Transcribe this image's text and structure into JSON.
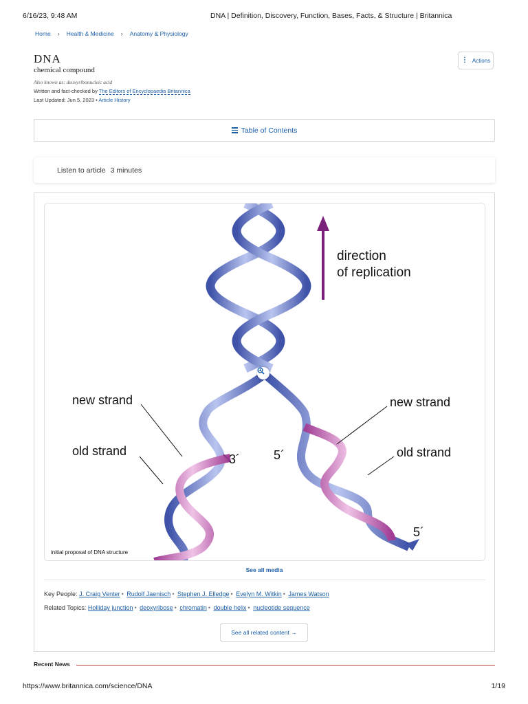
{
  "print_header": {
    "date": "6/16/23, 9:48 AM",
    "title": "DNA | Definition, Discovery, Function, Bases, Facts, & Structure | Britannica"
  },
  "print_footer": {
    "url": "https://www.britannica.com/science/DNA",
    "page": "1/19"
  },
  "breadcrumb": [
    "Home",
    "Health & Medicine",
    "Anatomy & Physiology"
  ],
  "article": {
    "title": "DNA",
    "subtitle": "chemical compound",
    "also_known_as": "Also known as: deoxyribonucleic acid",
    "written_by_prefix": "Written and fact-checked by",
    "written_by": "The Editors of Encyclopaedia Britannica",
    "last_updated": "Last Updated: Jun 5, 2023",
    "bullet": "•",
    "article_history": "Article History"
  },
  "actions_label": "Actions",
  "toc_label": "Table of Contents",
  "listen": {
    "label": "Listen to article",
    "duration": "3 minutes"
  },
  "media": {
    "caption": "initial proposal of DNA structure",
    "see_all": "See all media",
    "figure_labels": {
      "direction_line1": "direction",
      "direction_line2": "of replication",
      "new_strand_left": "new strand",
      "old_strand_left": "old strand",
      "three_prime": "3´",
      "five_prime_mid": "5´",
      "new_strand_right": "new strand",
      "old_strand_right": "old strand",
      "five_prime_right": "5´"
    },
    "colors": {
      "strand_blue": "#5a6fc2",
      "strand_pink": "#c068b0",
      "arrow_purple": "#7a1f7a"
    }
  },
  "key_people": {
    "label": "Key People:",
    "items": [
      "J. Craig Venter",
      "Rudolf Jaenisch",
      "Stephen J. Elledge",
      "Evelyn M. Witkin",
      "James Watson"
    ]
  },
  "related_topics": {
    "label": "Related Topics:",
    "items": [
      "Holliday junction",
      "deoxyribose",
      "chromatin",
      "double helix",
      "nucleotide sequence"
    ]
  },
  "see_all_related": "See all related content →",
  "recent_news": "Recent News",
  "link_color": "#1b5fa8"
}
